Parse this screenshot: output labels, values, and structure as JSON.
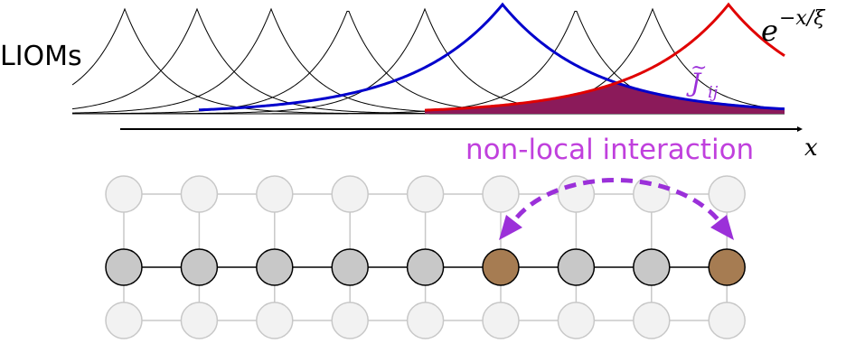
{
  "labels": {
    "lioms": "LIOMs",
    "decay_base": "e",
    "decay_exponent": "−x/ξ",
    "coupling_symbol": "J",
    "coupling_tilde": "~",
    "coupling_subscript": "ij",
    "interaction": "non-local interaction",
    "axis": "x"
  },
  "colors": {
    "thin_curves": "#000000",
    "lattice_i": "#0000cc",
    "lattice_j": "#e00000",
    "overlap_fill": "#8b1a5a",
    "arrow": "#9b30d9",
    "interaction_text": "#c040dd",
    "node_active": "#a67c52",
    "node_chain": "#c8c8c8",
    "node_faded": "#f2f2f2"
  },
  "lattice": {
    "columns": 9,
    "rows": 3,
    "active_nodes": [
      5,
      8
    ]
  }
}
